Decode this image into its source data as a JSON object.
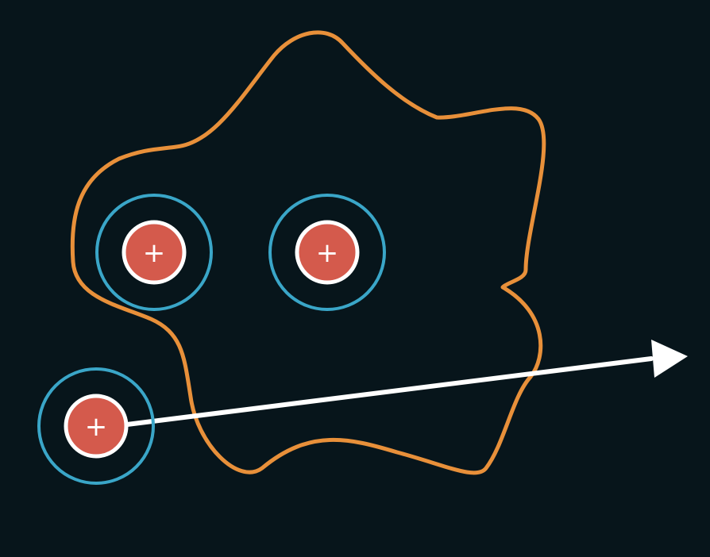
{
  "colors": {
    "background": "#07151b",
    "surface_outline": "#e8903a",
    "field_ring": "#3aa6c8",
    "charge_fill": "#d45a4c",
    "charge_border": "#ffffff",
    "arrow": "#ffffff",
    "arrow_tail_tint": "#f0a0a0"
  },
  "charges": [
    {
      "id": "charge-inside-left",
      "sign": "+"
    },
    {
      "id": "charge-inside-right",
      "sign": "+"
    },
    {
      "id": "charge-outside-moving",
      "sign": "+"
    }
  ],
  "icons": {
    "charge": "plus-icon",
    "motion": "arrow-right-icon"
  }
}
